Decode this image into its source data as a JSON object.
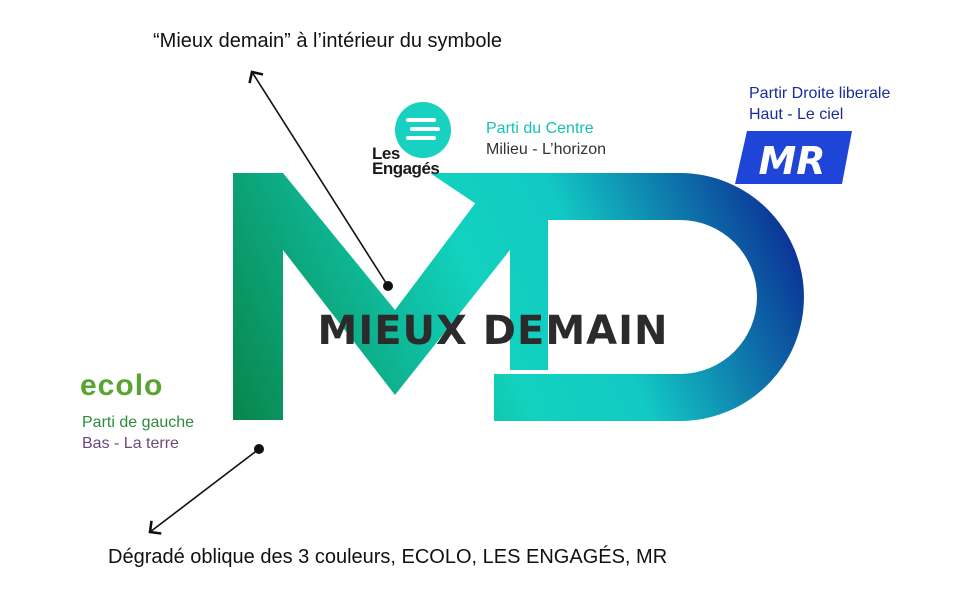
{
  "annotations": {
    "top": "“Mieux demain” à l’intérieur du symbole",
    "bottom": "Dégradé oblique des 3 couleurs, ECOLO, LES ENGAGÉS, MR"
  },
  "logo": {
    "wordmark": "MIEUX DEMAIN",
    "gradient_colors": [
      "#0a8c4a",
      "#10d4c4",
      "#0a1a8f"
    ]
  },
  "parties": {
    "engages": {
      "logo_text_line1": "Les",
      "logo_text_line2": "Engagés",
      "name": "Parti du Centre",
      "position": "Milieu - L’horizon",
      "name_color": "#14c2b4",
      "position_color": "#333333",
      "icon": "equals-stripes-icon"
    },
    "mr": {
      "logo_text": "MR",
      "name": "Partir Droite liberale",
      "position": "Haut - Le ciel",
      "name_color": "#1a2c9c",
      "position_color": "#1a2c9c",
      "badge_color": "#1f45d8"
    },
    "ecolo": {
      "logo_text": "ecolo",
      "name": "Parti de gauche",
      "position": "Bas - La terre",
      "name_color": "#2e8b3a",
      "position_color": "#6b4a7a"
    }
  }
}
